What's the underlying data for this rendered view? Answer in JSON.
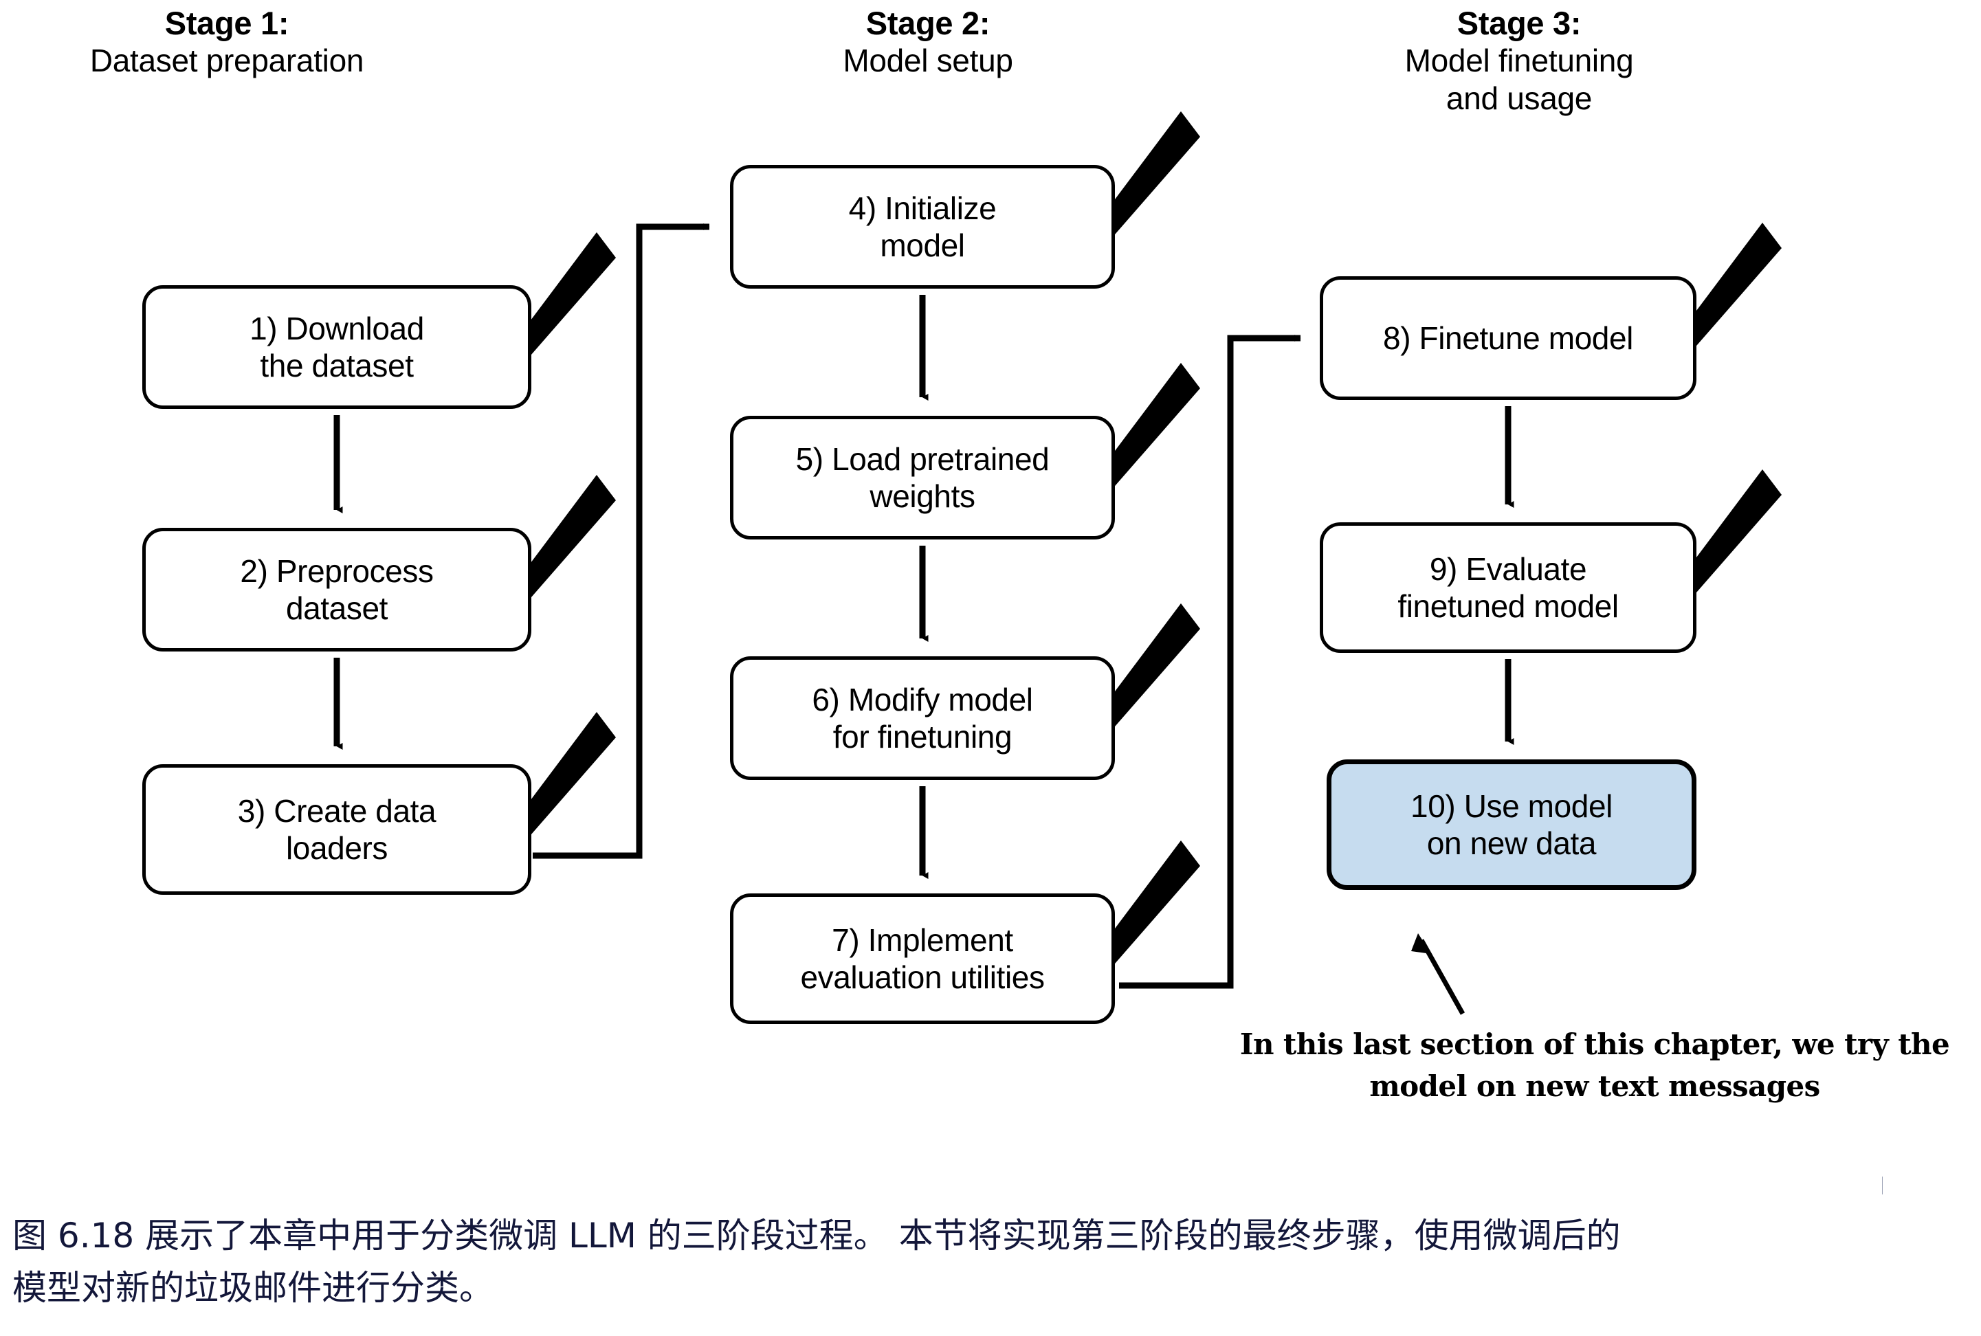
{
  "figure": {
    "title": "Three-stage process for classification finetuning an LLM",
    "stages": [
      {
        "id": "stage-1",
        "label": "Stage 1:",
        "title": "Dataset preparation",
        "steps": [
          {
            "id": "box-1",
            "text": "1) Download\nthe dataset",
            "checked": true,
            "highlight": false
          },
          {
            "id": "box-2",
            "text": "2) Preprocess\ndataset",
            "checked": true,
            "highlight": false
          },
          {
            "id": "box-3",
            "text": "3) Create data\nloaders",
            "checked": true,
            "highlight": false
          }
        ]
      },
      {
        "id": "stage-2",
        "label": "Stage 2:",
        "title": "Model setup",
        "steps": [
          {
            "id": "box-4",
            "text": "4) Initialize\nmodel",
            "checked": true,
            "highlight": false
          },
          {
            "id": "box-5",
            "text": "5) Load pretrained\nweights",
            "checked": true,
            "highlight": false
          },
          {
            "id": "box-6",
            "text": "6) Modify model\nfor finetuning",
            "checked": true,
            "highlight": false
          },
          {
            "id": "box-7",
            "text": "7) Implement\nevaluation utilities",
            "checked": true,
            "highlight": false
          }
        ]
      },
      {
        "id": "stage-3",
        "label": "Stage 3:",
        "title": "Model finetuning\nand usage",
        "steps": [
          {
            "id": "box-8",
            "text": "8) Finetune model",
            "checked": true,
            "highlight": false
          },
          {
            "id": "box-9",
            "text": "9) Evaluate\nfinetuned model",
            "checked": true,
            "highlight": false
          },
          {
            "id": "box-10",
            "text": "10) Use model\non new data",
            "checked": false,
            "highlight": true
          }
        ]
      }
    ],
    "annotation": {
      "line1": "In this last section of this chapter, we try the",
      "line2": "model on new text messages"
    },
    "colors": {
      "highlight_fill": "#c6dcef",
      "stroke": "#000000",
      "caption_text": "#13173a",
      "background": "#ffffff"
    },
    "icons": {
      "checkmark": "checkmark-icon",
      "arrow_down": "arrow-down-icon",
      "arrow_right": "arrow-right-icon",
      "pointer_arrow": "annotation-arrow-icon"
    }
  },
  "caption": {
    "line1": "图 6.18 展示了本章中用于分类微调 LLM 的三阶段过程。 本节将实现第三阶段的最终步骤，使用微调后的",
    "line2": "模型对新的垃圾邮件进行分类。"
  }
}
